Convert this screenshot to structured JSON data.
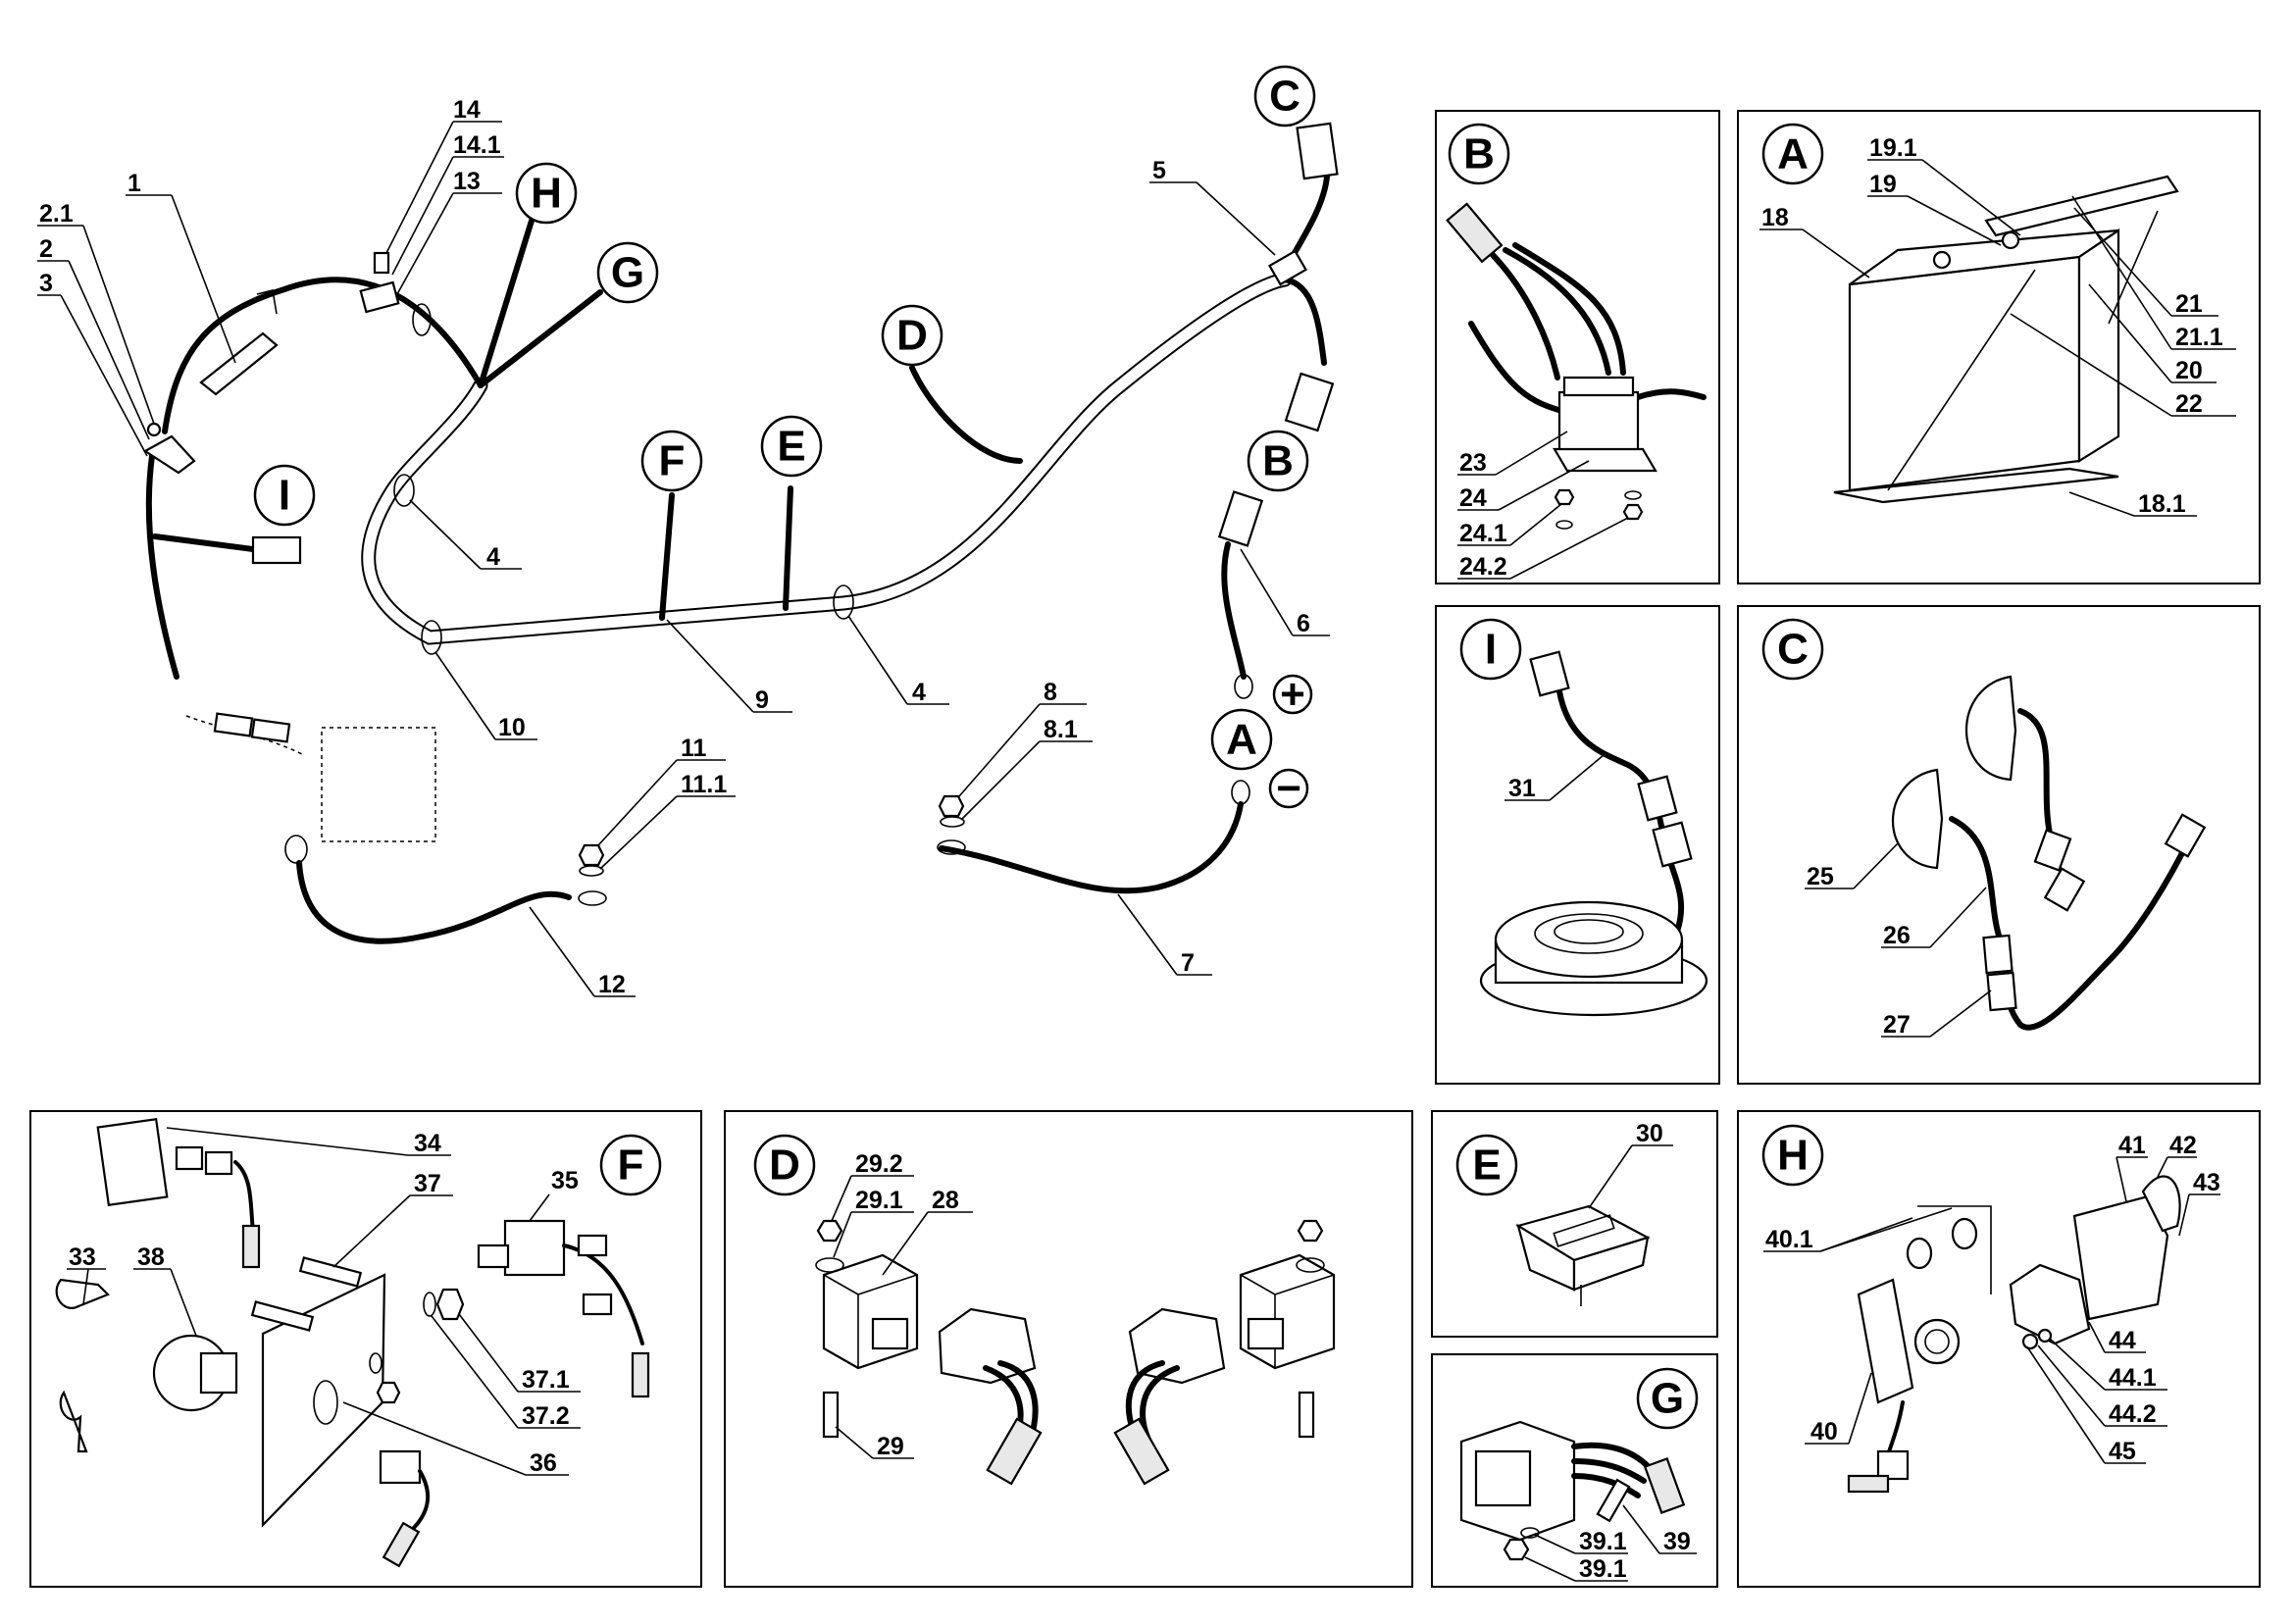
{
  "callouts": {
    "c1": "1",
    "c2_1": "2.1",
    "c2": "2",
    "c3": "3",
    "c4a": "4",
    "c4b": "4",
    "c5": "5",
    "c6": "6",
    "c7": "7",
    "c8": "8",
    "c8_1": "8.1",
    "c9": "9",
    "c10": "10",
    "c11": "11",
    "c11_1": "11.1",
    "c12": "12",
    "c13": "13",
    "c14": "14",
    "c14_1": "14.1",
    "c18": "18",
    "c18_1": "18.1",
    "c19": "19",
    "c19_1": "19.1",
    "c20": "20",
    "c21": "21",
    "c21_1": "21.1",
    "c22": "22",
    "c23": "23",
    "c24": "24",
    "c24_1": "24.1",
    "c24_2": "24.2",
    "c25": "25",
    "c26": "26",
    "c27": "27",
    "c28": "28",
    "c29": "29",
    "c29_1": "29.1",
    "c29_2": "29.2",
    "c30": "30",
    "c31": "31",
    "c33": "33",
    "c34": "34",
    "c35": "35",
    "c36": "36",
    "c37": "37",
    "c37_1": "37.1",
    "c37_2": "37.2",
    "c38": "38",
    "c39": "39",
    "c39_1a": "39.1",
    "c39_1b": "39.1",
    "c40": "40",
    "c40_1": "40.1",
    "c41": "41",
    "c42": "42",
    "c43": "43",
    "c44": "44",
    "c44_1": "44.1",
    "c44_2": "44.2",
    "c45": "45"
  },
  "letters": {
    "C": "C",
    "H": "H",
    "G": "G",
    "D": "D",
    "F": "F",
    "E": "E",
    "I": "I",
    "B": "B",
    "A": "A"
  },
  "panels": {
    "B": "B",
    "A": "A",
    "I": "I",
    "C": "C",
    "F": "F",
    "D": "D",
    "E": "E",
    "G": "G",
    "H": "H"
  },
  "symbols": {
    "plus": "+",
    "minus": "−"
  }
}
